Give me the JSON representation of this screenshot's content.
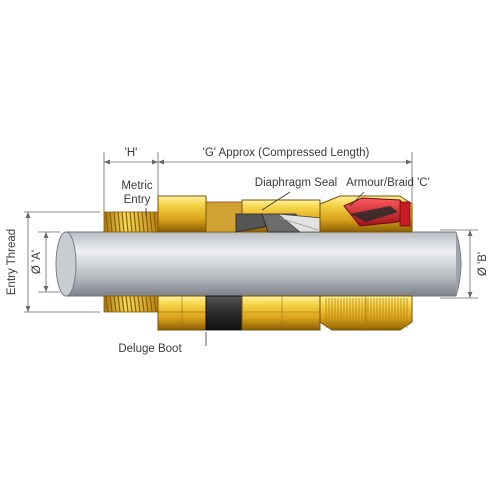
{
  "diagram": {
    "labels": {
      "h_dimension": "'H'",
      "g_dimension": "'G' Approx (Compressed Length)",
      "metric_entry_line1": "Metric",
      "metric_entry_line2": "Entry",
      "diaphragm_seal": "Diaphragm Seal",
      "armour_braid": "Armour/Braid 'C'",
      "entry_thread": "Entry Thread",
      "diameter_a": "Ø 'A'",
      "diameter_b": "Ø 'B'",
      "deluge_boot": "Deluge Boot"
    },
    "colors": {
      "brass_light": "#f5d447",
      "brass_mid": "#d9a21a",
      "brass_dark": "#8a5e05",
      "cable_light": "#e4e6ea",
      "cable_dark": "#8e939b",
      "boot_dark": "#2a2a2a",
      "seal_red": "#d3232c"
    }
  }
}
